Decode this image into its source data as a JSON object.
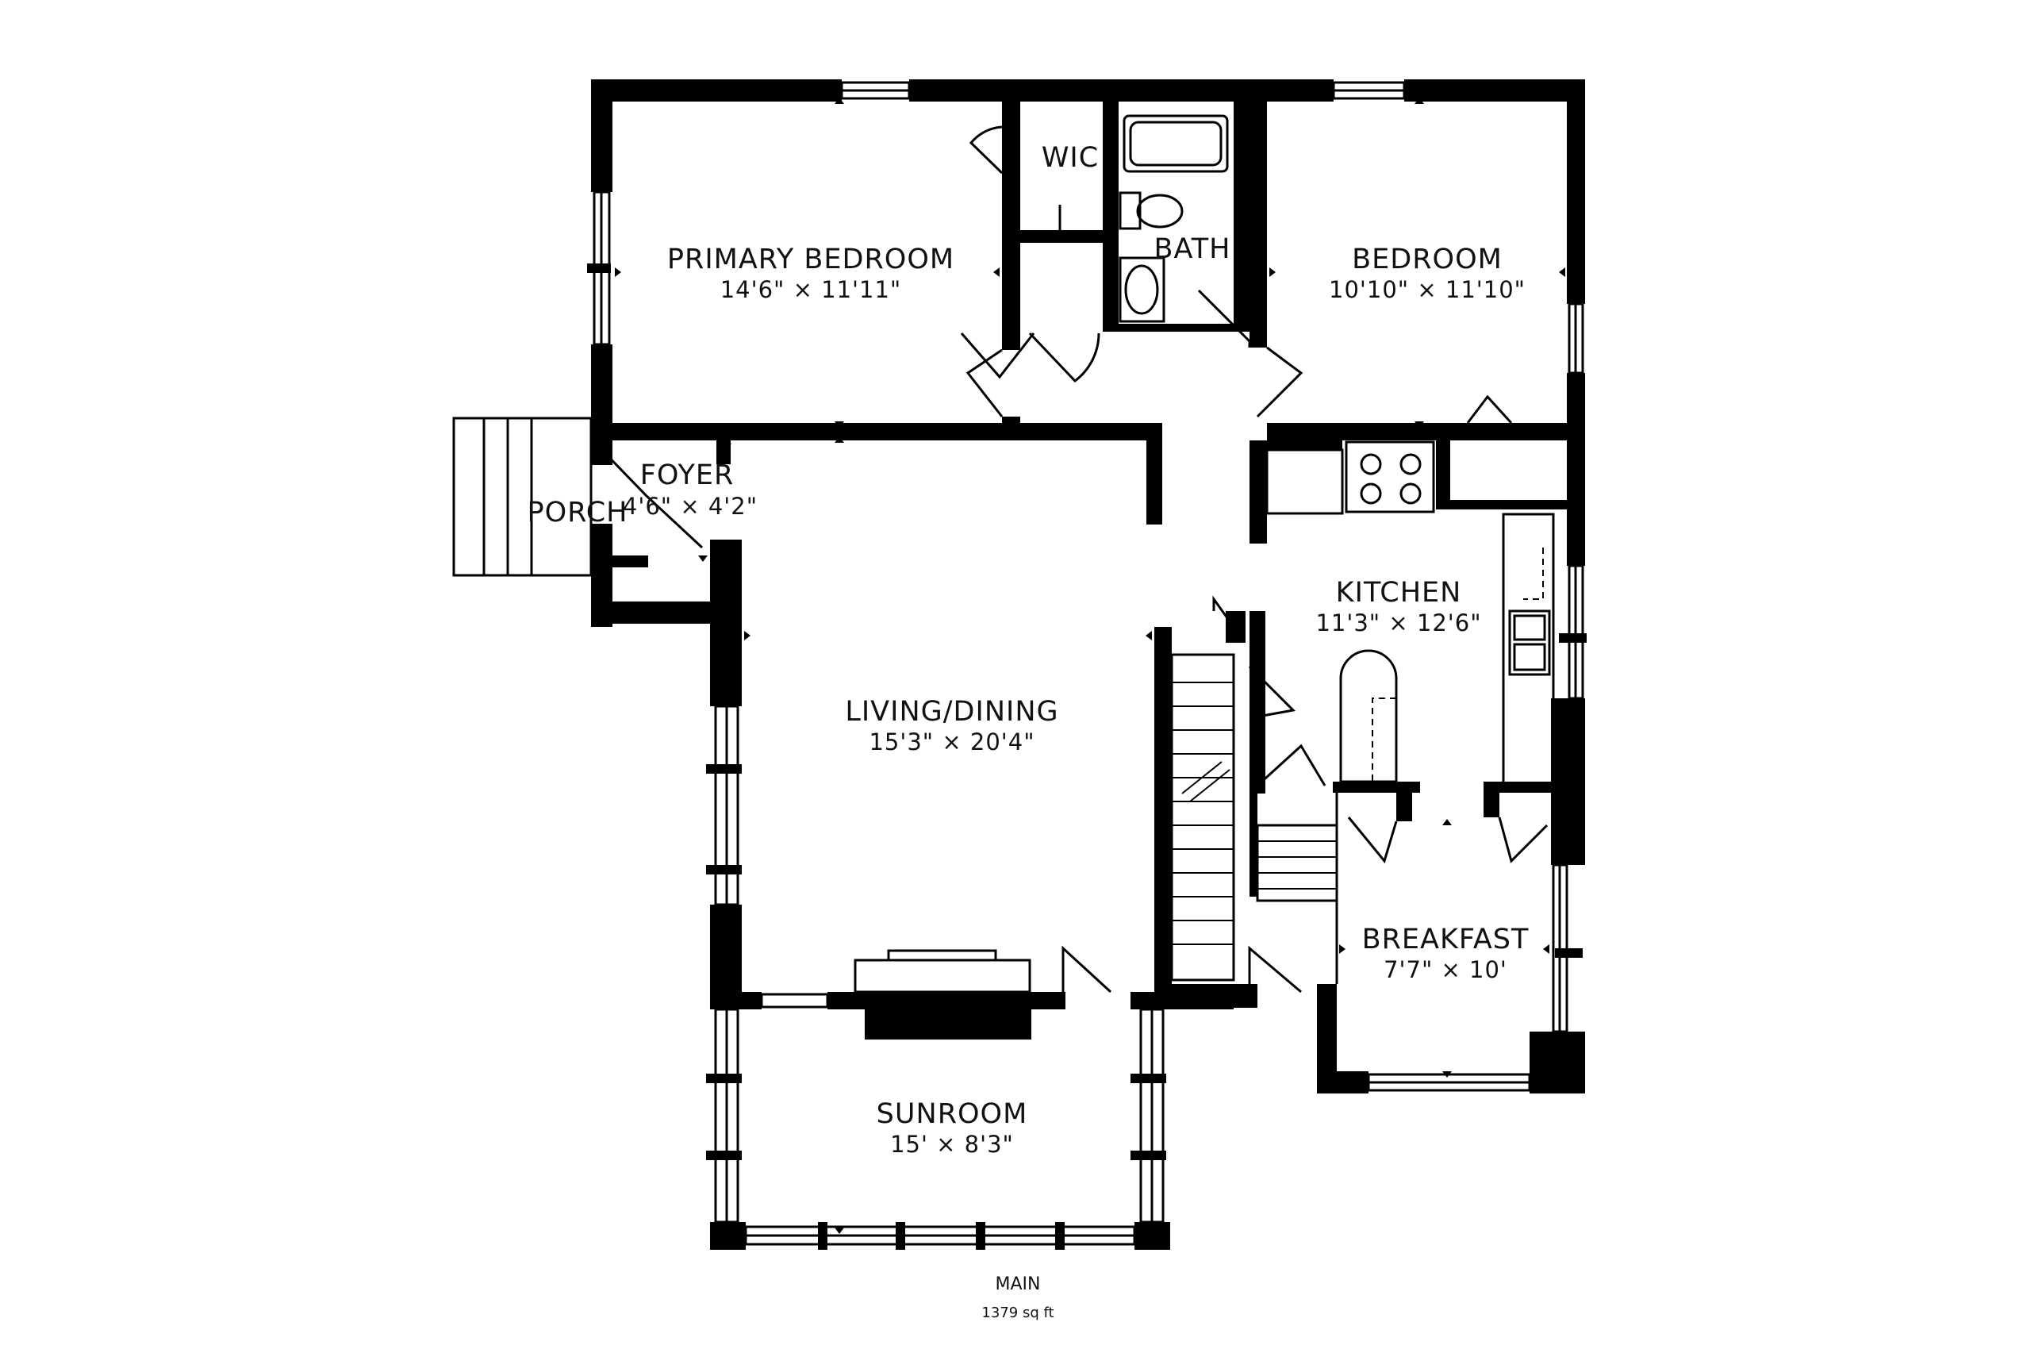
{
  "rooms": {
    "primary_bedroom": {
      "name": "PRIMARY BEDROOM",
      "dims": "14'6\" × 11'11\""
    },
    "wic": {
      "name": "WIC"
    },
    "bath": {
      "name": "BATH"
    },
    "bedroom": {
      "name": "BEDROOM",
      "dims": "10'10\" × 11'10\""
    },
    "foyer": {
      "name": "FOYER",
      "dims": "4'6\" × 4'2\""
    },
    "porch": {
      "name": "PORCH"
    },
    "kitchen": {
      "name": "KITCHEN",
      "dims": "11'3\" × 12'6\""
    },
    "living_dining": {
      "name": "LIVING/DINING",
      "dims": "15'3\" × 20'4\""
    },
    "breakfast": {
      "name": "BREAKFAST",
      "dims": "7'7\" × 10'"
    },
    "sunroom": {
      "name": "SUNROOM",
      "dims": "15' × 8'3\""
    }
  },
  "level": {
    "name": "MAIN",
    "area": "1379 sq ft"
  },
  "colors": {
    "wall": "#000000",
    "background": "#ffffff",
    "line": "#000000"
  }
}
